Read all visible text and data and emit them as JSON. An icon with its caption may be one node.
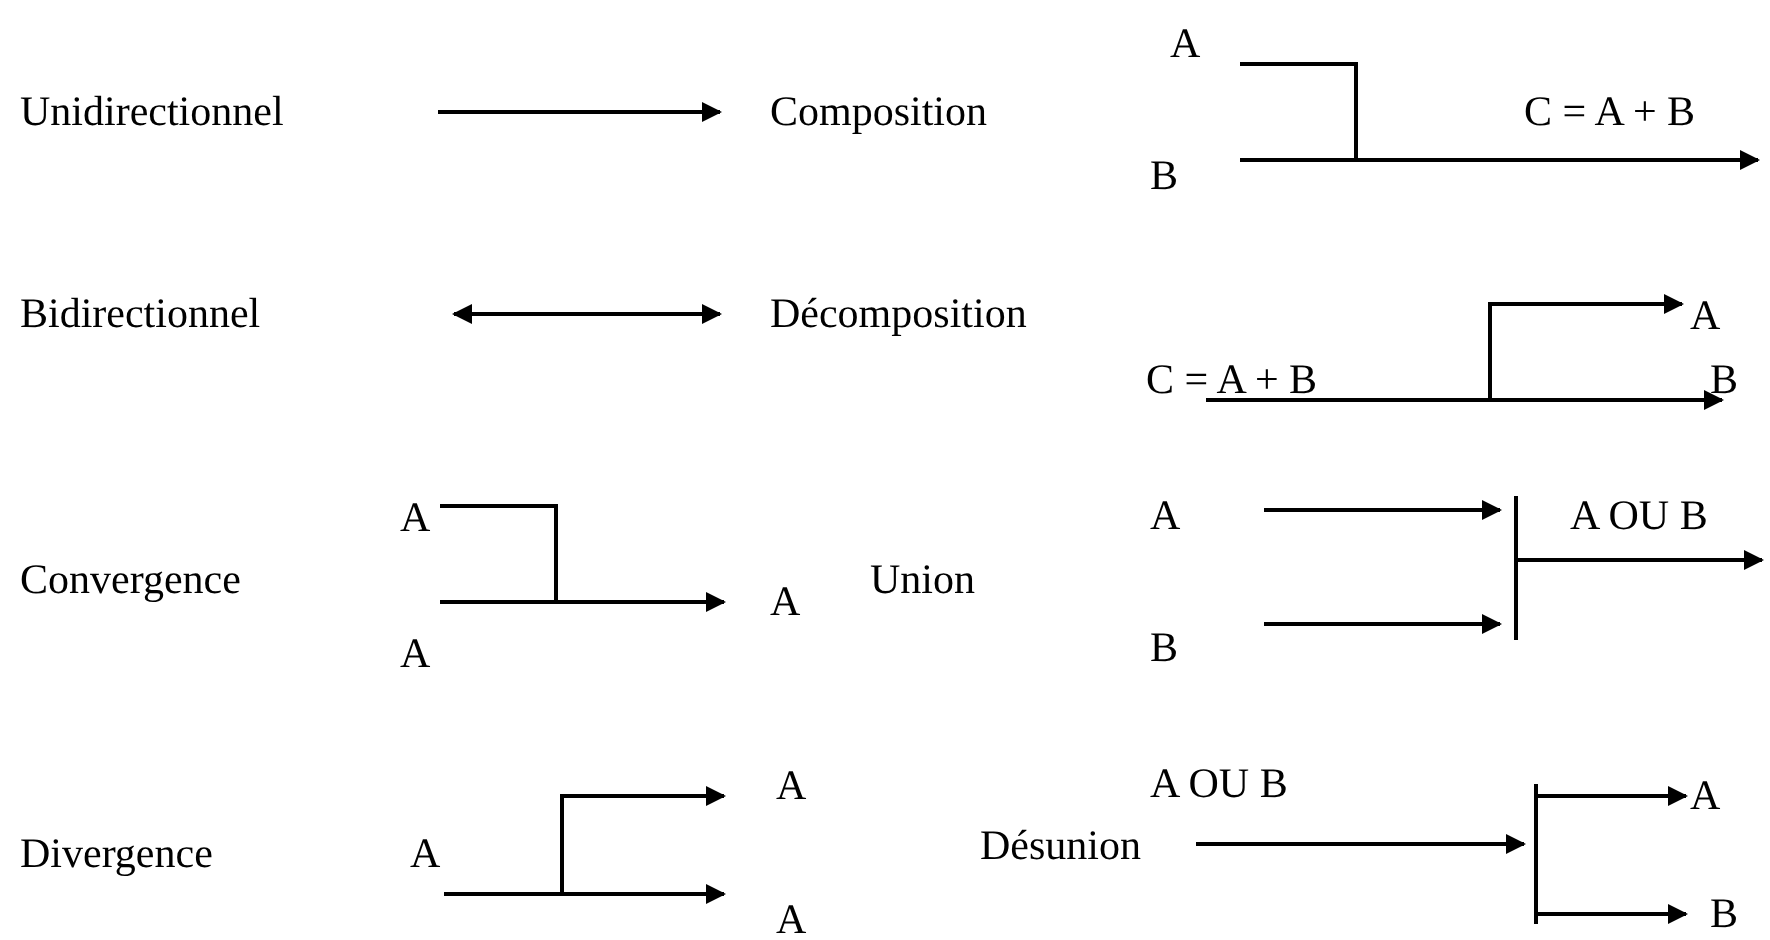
{
  "diagram": {
    "legend": [
      {
        "text": "Unidirectionnel"
      },
      {
        "text": "Composition"
      },
      {
        "text": "Bidirectionnel"
      },
      {
        "text": "Décomposition"
      },
      {
        "text": "Convergence"
      },
      {
        "text": "Union"
      },
      {
        "text": "Divergence"
      },
      {
        "text": "Désunion"
      }
    ],
    "labels": [
      "A",
      "C = A + B",
      "B",
      "A",
      "C = A + B",
      "B",
      "A",
      "A",
      "A OU B",
      "A",
      "A",
      "B",
      "A",
      "A OU B",
      "A",
      "A",
      "A",
      "B"
    ]
  }
}
